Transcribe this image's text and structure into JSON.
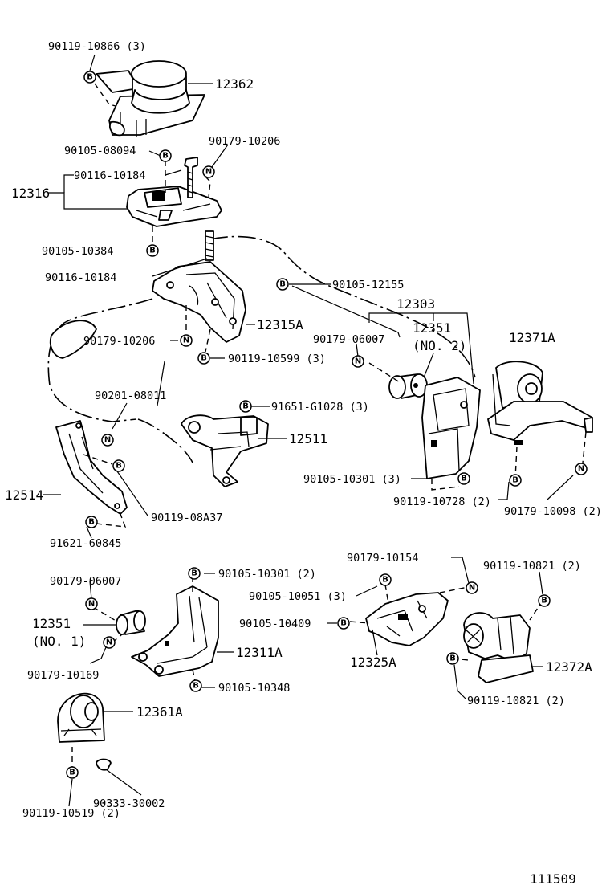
{
  "parts": {
    "p_90119_10866": "90119-10866 (3)",
    "p_12362": "12362",
    "p_90105_08094": "90105-08094",
    "p_90179_10206_a": "90179-10206",
    "p_90116_10184_a": "90116-10184",
    "p_12316": "12316",
    "p_90105_10384": "90105-10384",
    "p_90116_10184_b": "90116-10184",
    "p_90105_12155": "90105-12155",
    "p_12303": "12303",
    "p_90179_06007_a": "90179-06007",
    "p_12351_a": "12351",
    "p_no2": "(NO. 2)",
    "p_12371A": "12371A",
    "p_90179_10206_b": "90179-10206",
    "p_12315A": "12315A",
    "p_90119_10599": "90119-10599 (3)",
    "p_90201_08011": "90201-08011",
    "p_91651_G1028": "91651-G1028 (3)",
    "p_12511": "12511",
    "p_90105_10301_a": "90105-10301 (3)",
    "p_90119_10728": "90119-10728 (2)",
    "p_90179_10098": "90179-10098 (2)",
    "p_12514": "12514",
    "p_90119_08A37": "90119-08A37",
    "p_91621_60845": "91621-60845",
    "p_90179_10154": "90179-10154",
    "p_90119_10821_a": "90119-10821 (2)",
    "p_90179_06007_b": "90179-06007",
    "p_90105_10301_b": "90105-10301 (2)",
    "p_90105_10051": "90105-10051 (3)",
    "p_90105_10409": "90105-10409",
    "p_12351_b": "12351",
    "p_no1": "(NO. 1)",
    "p_12311A": "12311A",
    "p_12325A": "12325A",
    "p_12372A": "12372A",
    "p_90179_10169": "90179-10169",
    "p_90105_10348": "90105-10348",
    "p_90119_10821_b": "90119-10821 (2)",
    "p_12361A": "12361A",
    "p_90333_30002": "90333-30002",
    "p_90119_10519": "90119-10519 (2)"
  },
  "symbols": {
    "bolt": "B",
    "nut": "N"
  },
  "figure_number": "111509"
}
